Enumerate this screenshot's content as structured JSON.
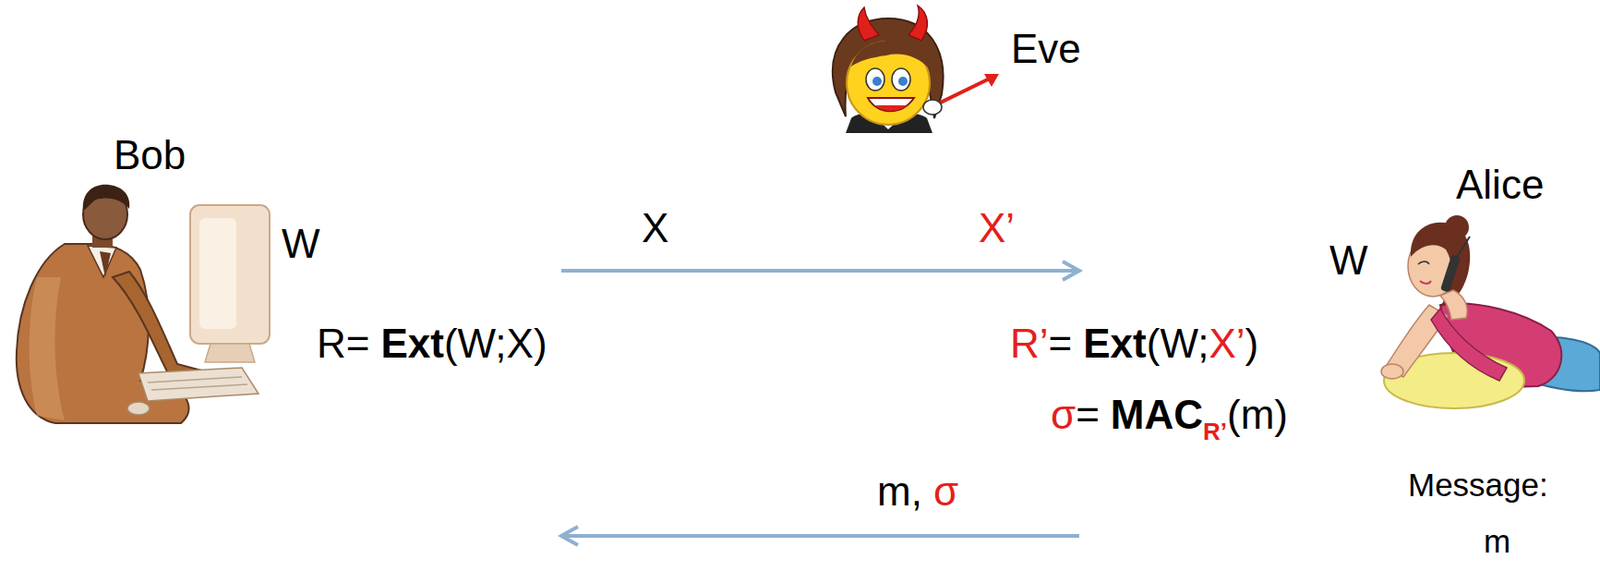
{
  "diagram": {
    "nodes": [
      {
        "text": [
          "Eve"
        ]
      },
      {
        "text": [
          "Bob",
          "W"
        ]
      },
      {
        "text": [
          "Alice",
          "W"
        ]
      }
    ],
    "edges": [
      {
        "from": 1,
        "to": 2,
        "arrow": "to"
      },
      {
        "from": 2,
        "to": 1,
        "arrow": "to"
      }
    ],
    "labels": [
      "X",
      "X’",
      "R=",
      "Ext",
      "(W;X)",
      "R’",
      "=",
      "Ext",
      "(W;",
      "X’",
      ")",
      "σ",
      "=",
      "MAC",
      "R’",
      "(m)",
      "m,",
      "σ",
      "Message:",
      "m"
    ]
  }
}
